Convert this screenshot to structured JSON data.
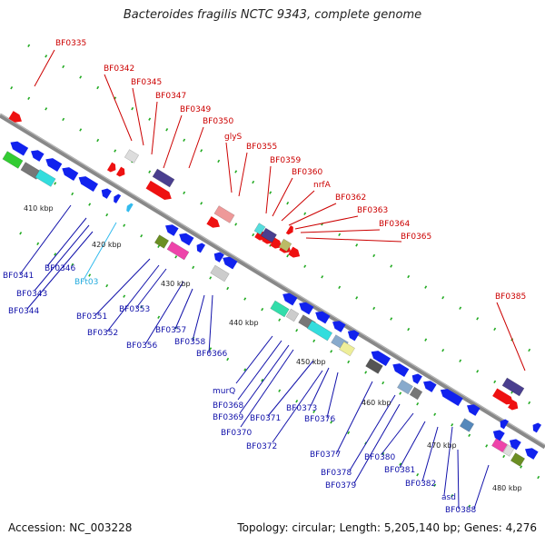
{
  "title": "Bacteroides fragilis NCTC 9343, complete genome",
  "footer": {
    "accession": "Accession: NC_003228",
    "topology": "Topology: circular; Length: 5,205,140 bp; Genes: 4,276"
  },
  "scale_labels": [
    "410 kbp",
    "420 kbp",
    "430 kbp",
    "440 kbp",
    "450 kbp",
    "460 kbp",
    "470 kbp",
    "480 kbp"
  ],
  "forward_labels": [
    "BF0335",
    "BF0342",
    "BF0345",
    "BF0347",
    "BF0349",
    "BF0350",
    "glyS",
    "BF0355",
    "BF0359",
    "BF0360",
    "nrfA",
    "BF0362",
    "BF0363",
    "BF0364",
    "BF0365",
    "BF0385"
  ],
  "reverse_labels": [
    "BF0341",
    "BF0346",
    "BF0343",
    "BF0344",
    "BFt03",
    "BF0351",
    "BF0353",
    "BF0352",
    "BF0356",
    "BF0357",
    "BF0358",
    "BF0366",
    "murQ",
    "BF0368",
    "BF0369",
    "BF0370",
    "BF0371",
    "BF0372",
    "BF0373",
    "BF0376",
    "BF0377",
    "BF0378",
    "BF0379",
    "BF0380",
    "BF0381",
    "BF0382",
    "asd",
    "BF0388"
  ],
  "colors": {
    "forward_gene": "#ee1111",
    "reverse_gene": "#1122ee",
    "trna": "#33bbee",
    "backbone": "#888888",
    "tick": "#22aa22",
    "label_red": "#cc0000",
    "label_blue": "#1111aa"
  }
}
